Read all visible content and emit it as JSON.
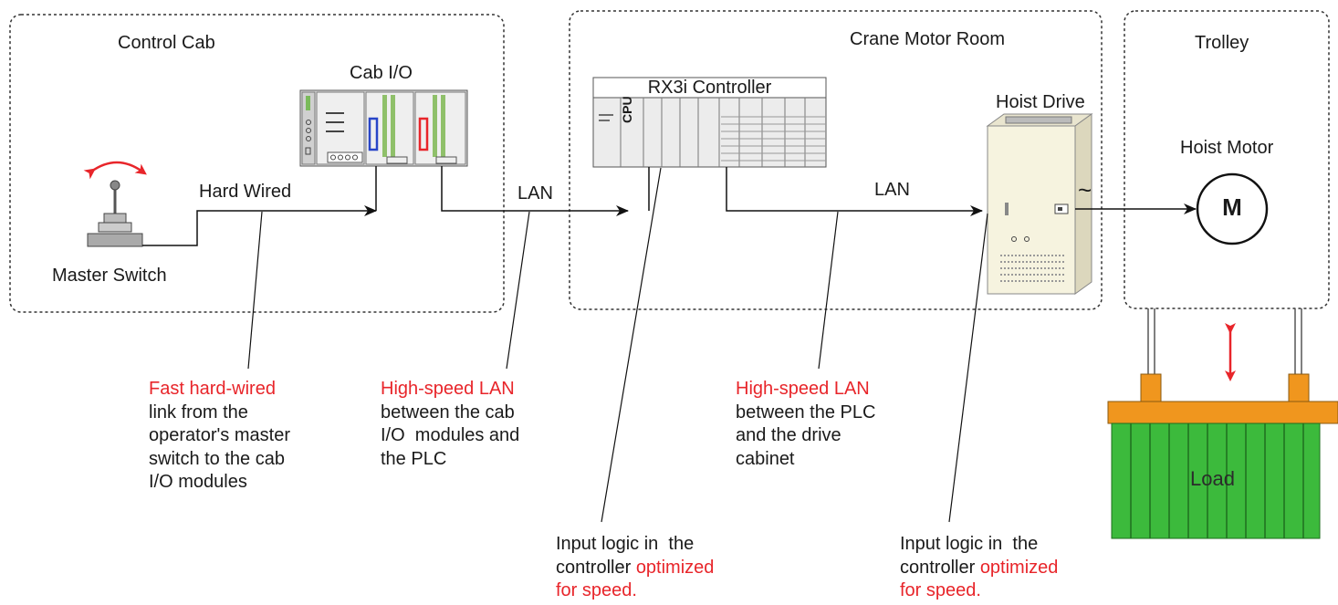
{
  "zones": {
    "control_cab": "Control Cab",
    "crane_motor_room": "Crane Motor Room",
    "trolley": "Trolley"
  },
  "components": {
    "cab_io": "Cab I/O",
    "rx3i_controller": "RX3i Controller",
    "cpu": "CPU",
    "hoist_drive": "Hoist Drive",
    "hoist_motor": "Hoist Motor",
    "motor_symbol": "M",
    "master_switch": "Master Switch",
    "load": "Load",
    "ac_symbol": "~"
  },
  "connections": {
    "hard_wired": "Hard Wired",
    "lan_1": "LAN",
    "lan_2": "LAN"
  },
  "notes": {
    "fast_hardwired": {
      "highlight": "Fast hard-wired",
      "lines": [
        "link from the",
        "operator's master",
        "switch to the cab",
        "I/O modules"
      ]
    },
    "lan_cab_plc": {
      "highlight": "High-speed LAN",
      "lines": [
        "between the cab",
        "I/O  modules and",
        "the PLC"
      ]
    },
    "lan_plc_drive": {
      "highlight": "High-speed LAN",
      "lines": [
        "between the PLC",
        "and the drive",
        "cabinet"
      ]
    },
    "input_logic_1": {
      "line1": "Input logic in  the",
      "line2_plain": "controller ",
      "line2_red": "optimized",
      "line3_red": "for speed."
    },
    "input_logic_2": {
      "line1": "Input logic in  the",
      "line2_plain": "controller ",
      "line2_red": "optimized",
      "line3_red": "for speed."
    }
  },
  "colors": {
    "highlight_red": "#e8252a",
    "load_green": "#3cba3c",
    "load_beam_orange": "#f0961e",
    "zone_border": "#333333"
  }
}
